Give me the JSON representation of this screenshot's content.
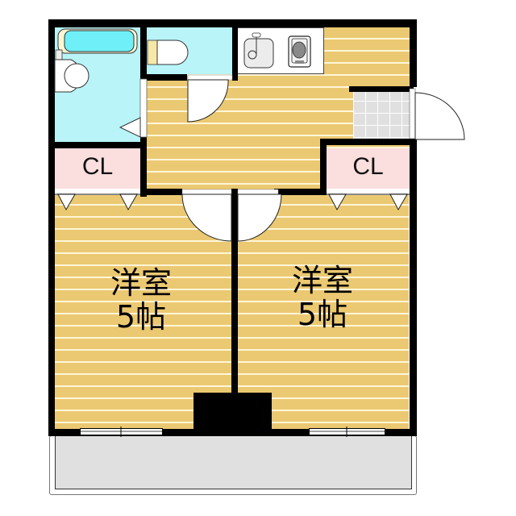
{
  "floor_plan": {
    "rooms": [
      {
        "id": "western-room-left",
        "name": "洋室",
        "size": "5帖"
      },
      {
        "id": "western-room-right",
        "name": "洋室",
        "size": "5帖"
      }
    ],
    "closets": [
      {
        "id": "closet-left",
        "label": "CL"
      },
      {
        "id": "closet-right",
        "label": "CL"
      }
    ],
    "fixtures": [
      "bathtub",
      "washbasin",
      "toilet",
      "kitchen-sink",
      "gas-stove"
    ],
    "areas": [
      "bathroom",
      "toilet-room",
      "kitchen",
      "entrance",
      "balcony"
    ],
    "colors": {
      "floor": "#ebc972",
      "floor_line": "#fff6d8",
      "wet_area": "#b8f4f8",
      "closet": "#fbdede",
      "entrance_tile": "#e0e0e0",
      "balcony": "#e0e0e0",
      "wall": "#000000"
    }
  }
}
